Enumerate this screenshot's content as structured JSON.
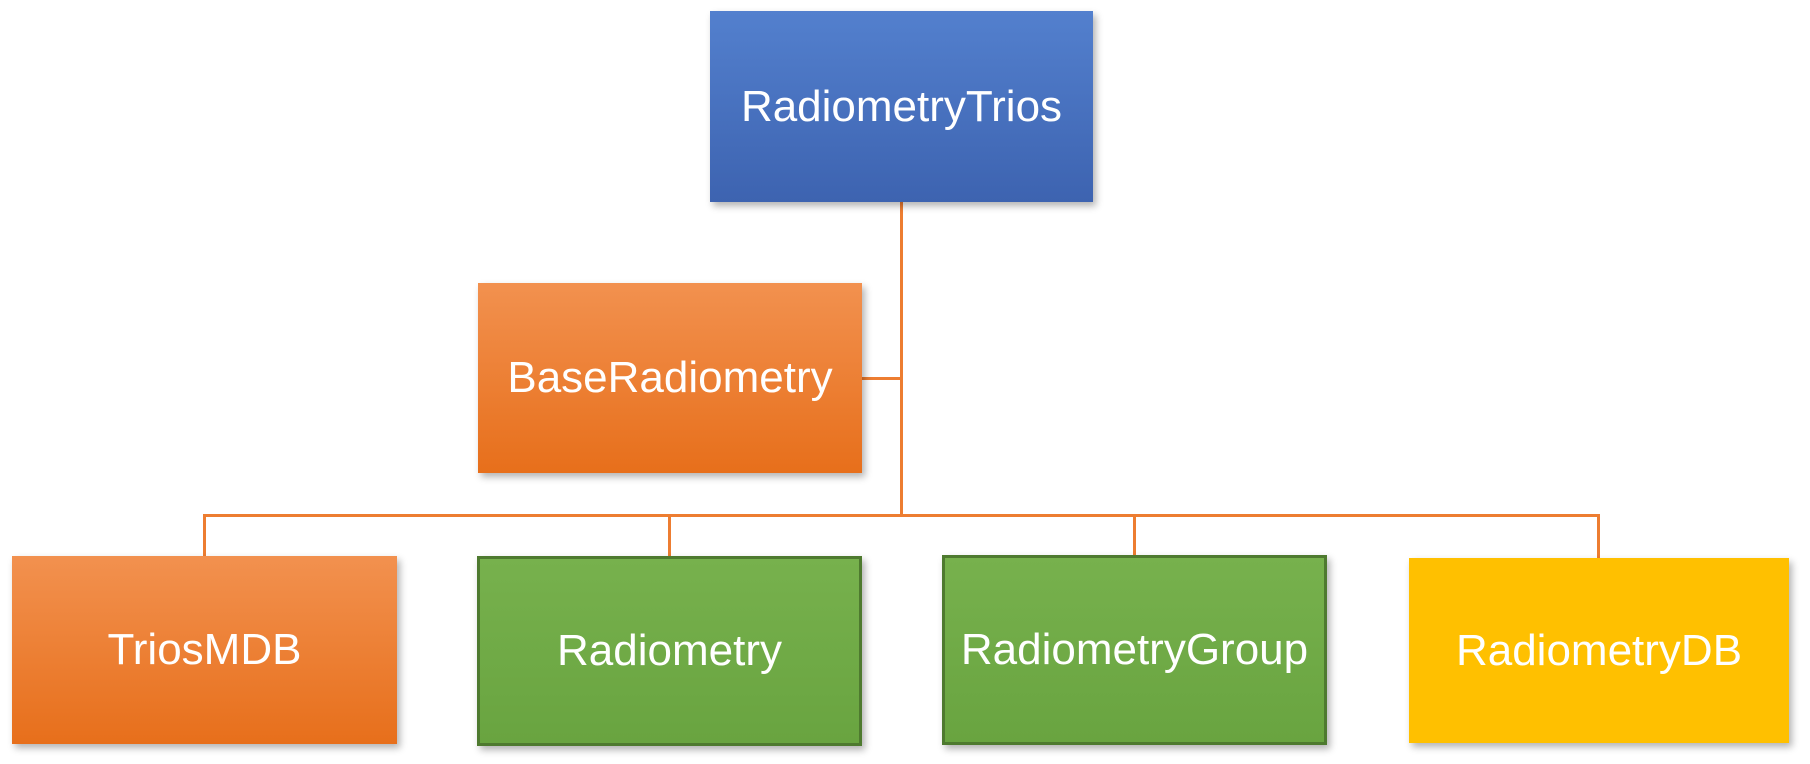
{
  "diagram": {
    "type": "hierarchy",
    "background": "#FFFFFF",
    "connector_color": "#ED7D31",
    "text_color": "#FFFFFF",
    "nodes": [
      {
        "id": "radiometry-trios",
        "label": "RadiometryTrios",
        "fill": "#4472C4",
        "fill_top": "#5380CE",
        "fill_bottom": "#3D63B0"
      },
      {
        "id": "base-radiometry",
        "label": "BaseRadiometry",
        "fill": "#ED7D31",
        "fill_top": "#F2914F",
        "fill_bottom": "#E76F1B"
      },
      {
        "id": "trios-mdb",
        "label": "TriosMDB",
        "fill": "#ED7D31",
        "fill_top": "#F2914F",
        "fill_bottom": "#E76F1B"
      },
      {
        "id": "radiometry",
        "label": "Radiometry",
        "fill": "#70AD47",
        "border": "#4E7A2F"
      },
      {
        "id": "radiometry-group",
        "label": "RadiometryGroup",
        "fill": "#70AD47",
        "border": "#4E7A2F"
      },
      {
        "id": "radiometry-db",
        "label": "RadiometryDB",
        "fill": "#FFC000"
      }
    ],
    "edges": [
      {
        "from": "radiometry-trios",
        "to": "base-radiometry"
      },
      {
        "from": "radiometry-trios",
        "to": "trios-mdb"
      },
      {
        "from": "radiometry-trios",
        "to": "radiometry"
      },
      {
        "from": "radiometry-trios",
        "to": "radiometry-group"
      },
      {
        "from": "radiometry-trios",
        "to": "radiometry-db"
      }
    ]
  }
}
